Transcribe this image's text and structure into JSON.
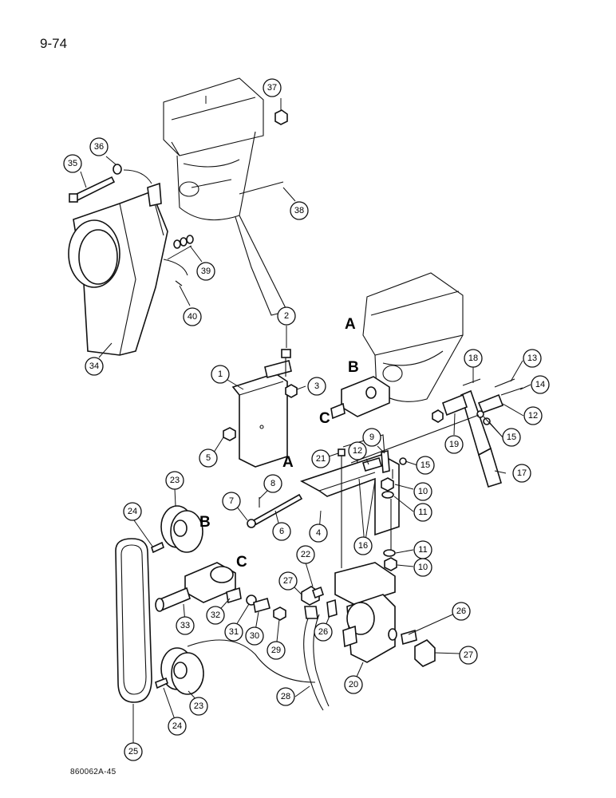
{
  "page": {
    "number": "9-74",
    "figure_code": "860062A-45"
  },
  "reference_letters": [
    "A",
    "B",
    "C",
    "A",
    "B",
    "C"
  ],
  "callouts": [
    "37",
    "36",
    "35",
    "38",
    "39",
    "40",
    "34",
    "2",
    "1",
    "3",
    "5",
    "21",
    "9",
    "12",
    "15",
    "10",
    "11",
    "4",
    "16",
    "11",
    "10",
    "18",
    "13",
    "14",
    "12",
    "15",
    "19",
    "17",
    "8",
    "7",
    "6",
    "23",
    "24",
    "25",
    "22",
    "27",
    "33",
    "32",
    "31",
    "30",
    "29",
    "26",
    "28",
    "20",
    "26",
    "27",
    "23",
    "24"
  ]
}
